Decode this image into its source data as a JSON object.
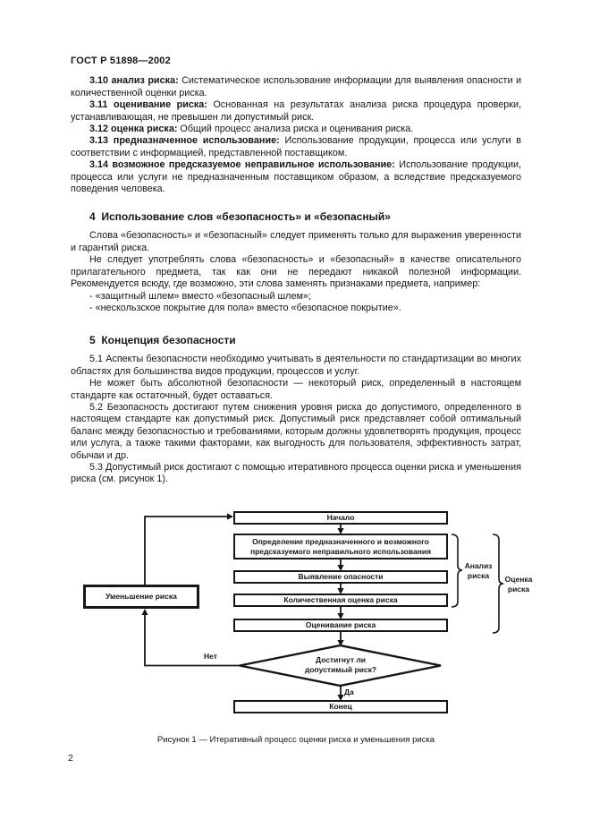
{
  "header": {
    "title": "ГОСТ Р 51898—2002"
  },
  "definitions": [
    {
      "label": "3.10 анализ риска:",
      "body": "Систематическое использование информации для выявления опасности и количественной оценки риска."
    },
    {
      "label": "3.11 оценивание риска:",
      "body": "Основанная на результатах анализа риска процедура проверки, устанавливающая, не превышен ли допустимый риск."
    },
    {
      "label": "3.12 оценка риска:",
      "body": "Общий процесс анализа риска и оценивания риска."
    },
    {
      "label": "3.13 предназначенное использование:",
      "body": "Использование продукции, процесса или услуги в соответствии с информацией, представленной поставщиком."
    },
    {
      "label": "3.14 возможное предсказуемое неправильное использование:",
      "body": "Использование продукции, процесса или услуги не предназначенным поставщиком образом, а вследствие предсказуемого поведения человека."
    }
  ],
  "section4": {
    "title": "4  Использование слов «безопасность» и «безопасный»",
    "para1": "Слова «безопасность» и «безопасный» следует применять только для выражения уверенности и гарантий риска.",
    "para2": "Не следует употреблять слова «безопасность» и «безопасный» в качестве описательного прилагательного предмета, так как они не передают никакой полезной информации. Рекомендуется всюду, где возможно, эти слова заменять признаками предмета, например:",
    "bullet1": "- «защитный шлем» вместо «безопасный шлем»;",
    "bullet2": "- «нескользское покрытие для пола» вместо «безопасное покрытие»."
  },
  "section5": {
    "title": "5  Концепция безопасности",
    "para1": "5.1 Аспекты безопасности необходимо учитывать в деятельности по стандартизации во многих областях для большинства видов продукции, процессов и услуг.",
    "para2": "Не может быть абсолютной безопасности — некоторый риск, определенный в настоящем стандарте как остаточный, будет оставаться.",
    "para3": "5.2 Безопасность достигают путем снижения уровня риска до допустимого, определенного в настоящем стандарте как допустимый риск. Допустимый риск представляет собой оптимальный баланс между безопасностью и требованиями, которым должны удовлетворять продукция, процесс или услуга, а также такими факторами, как выгодность для пользователя, эффективность затрат, обычаи и др.",
    "para4": "5.3 Допустимый риск достигают с помощью итеративного процесса оценки риска и уменьшения риска (см. рисунок 1)."
  },
  "flowchart": {
    "nodes": {
      "start": "Начало",
      "define_use": "Определение предназначенного и возможного предсказуемого неправильного использования",
      "identify_hazard": "Выявление опасности",
      "estimate_risk": "Количественная оценка риска",
      "evaluate_risk": "Оценивание риска",
      "decision": "Достигнут ли допустимый риск?",
      "end": "Конец",
      "reduce_risk": "Уменьшение риска"
    },
    "edge_labels": {
      "no": "Нет",
      "yes": "Да"
    },
    "brace_labels": {
      "risk_analysis": "Анализ риска",
      "risk_assessment": "Оценка риска"
    }
  },
  "figure": {
    "caption": "Рисунок 1 — Итеративный процесс оценки риска и уменьшения риска"
  },
  "page_number": "2"
}
